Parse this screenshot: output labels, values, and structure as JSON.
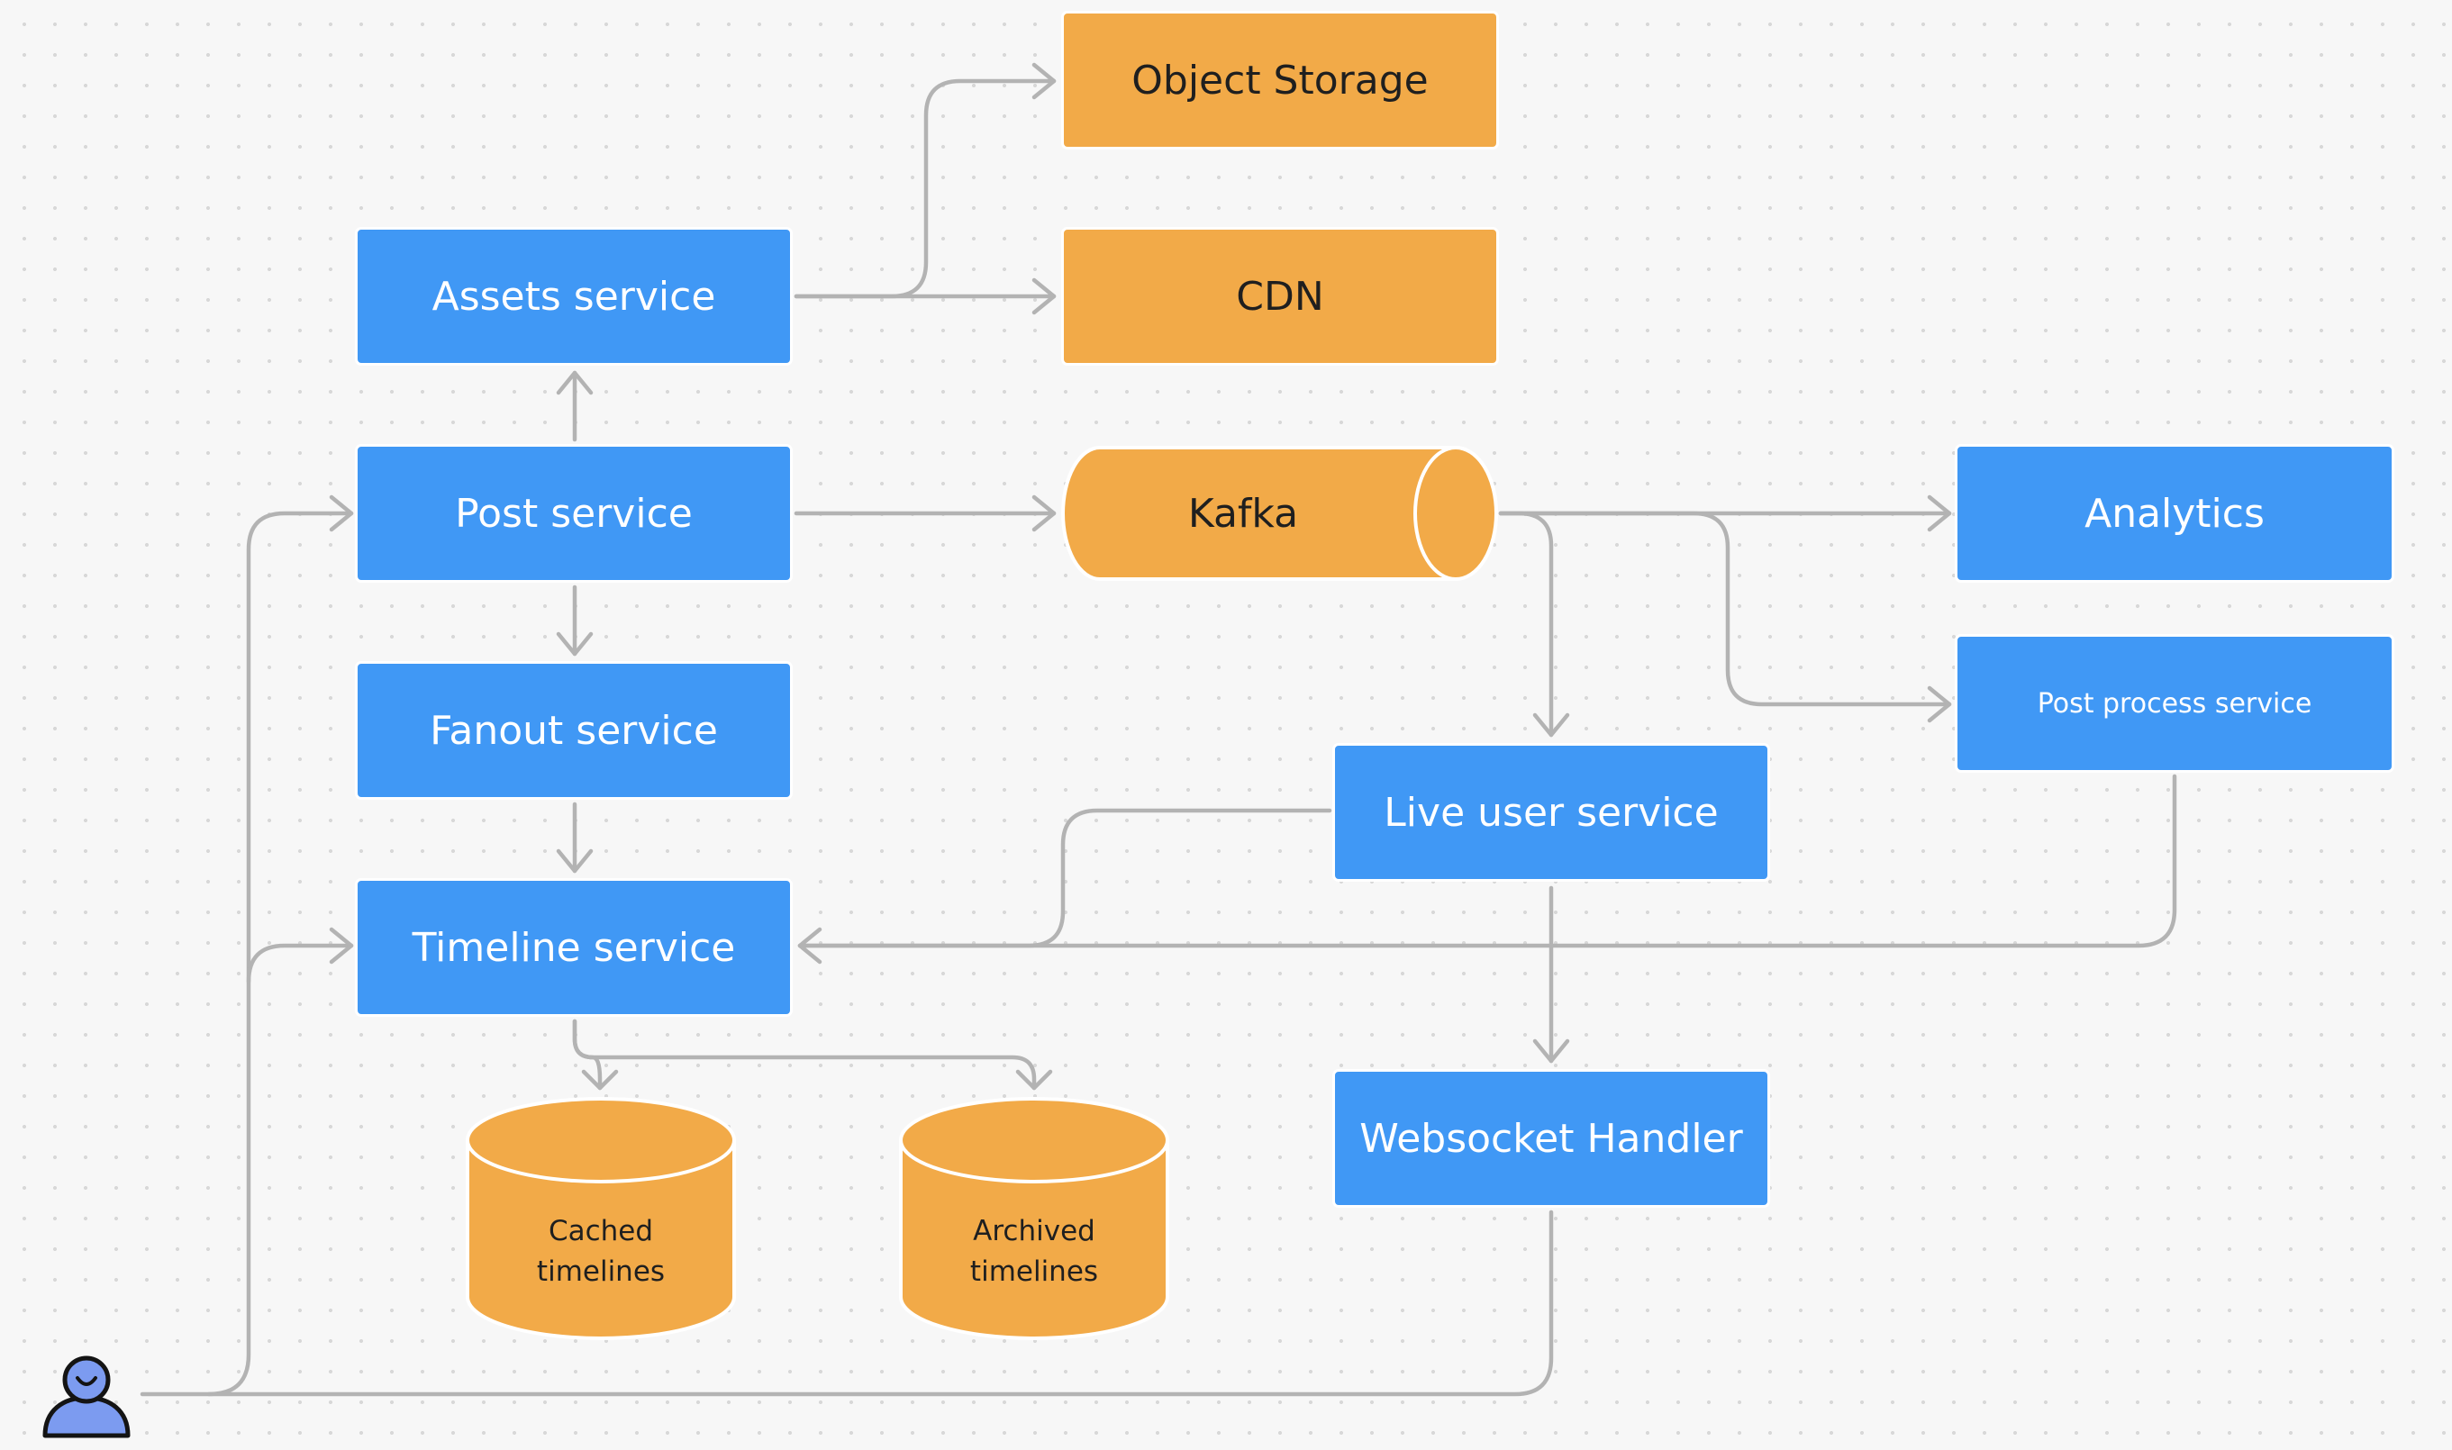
{
  "nodes": {
    "object_storage": "Object Storage",
    "cdn": "CDN",
    "assets_service": "Assets service",
    "post_service": "Post service",
    "kafka": "Kafka",
    "analytics": "Analytics",
    "post_process_service": "Post process service",
    "fanout_service": "Fanout service",
    "live_user_service": "Live user service",
    "timeline_service": "Timeline service",
    "cached_timelines": [
      "Cached",
      "timelines"
    ],
    "archived_timelines": [
      "Archived",
      "timelines"
    ],
    "websocket_handler": "Websocket Handler"
  },
  "icons": {
    "user": "user-icon"
  },
  "colors": {
    "service_blue": "#4098f5",
    "storage_orange": "#f2aa48",
    "connector_gray": "#b3b3b3",
    "user_icon_fill": "#7c9bf0",
    "background": "#f7f7f7"
  }
}
